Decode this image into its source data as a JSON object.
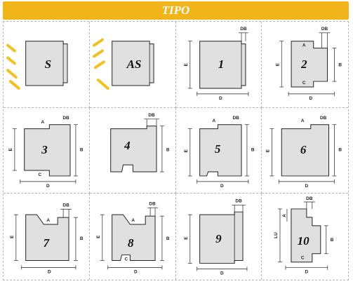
{
  "header": {
    "title": "TIPO"
  },
  "dims": {
    "db": "DB",
    "d": "D",
    "b": "B",
    "e": "E",
    "c": "C",
    "a": "A",
    "lu": "LU"
  },
  "types": [
    {
      "label": "S",
      "icon": "slash-right-icon"
    },
    {
      "label": "AS",
      "icon": "slash-left-icon"
    },
    {
      "label": "1"
    },
    {
      "label": "2"
    },
    {
      "label": "3"
    },
    {
      "label": "4"
    },
    {
      "label": "5"
    },
    {
      "label": "6"
    },
    {
      "label": "7"
    },
    {
      "label": "8"
    },
    {
      "label": "9"
    },
    {
      "label": "10"
    }
  ],
  "colors": {
    "header": "#f1b51a",
    "profile_fill": "#e0e0e0",
    "accent_marks": "#f2c21a"
  }
}
